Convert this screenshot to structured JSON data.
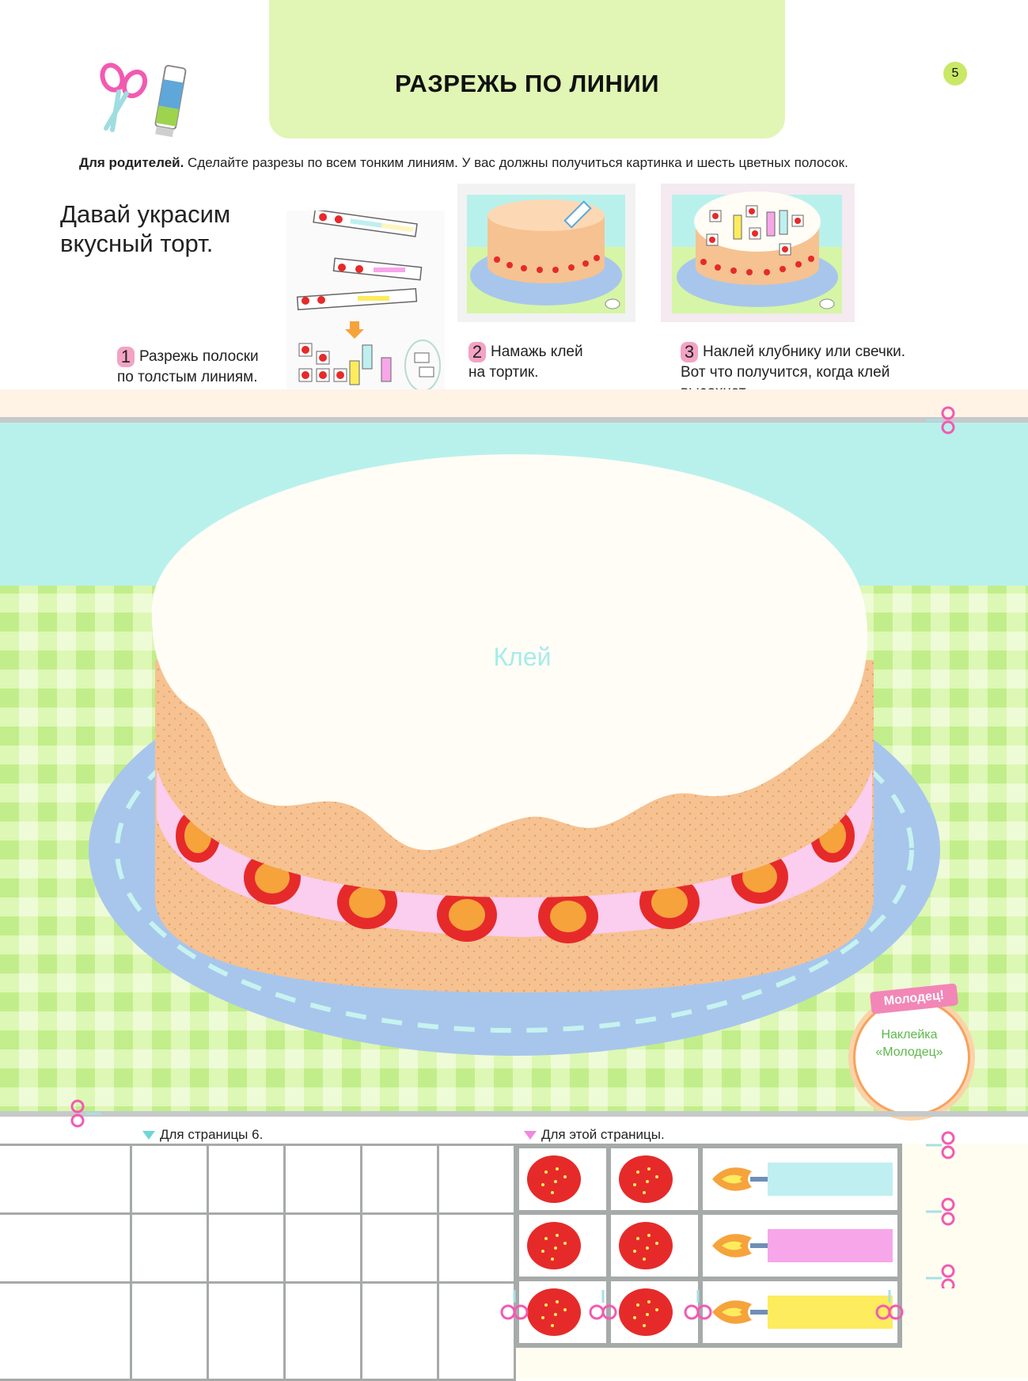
{
  "header": {
    "title": "РАЗРЕЖЬ ПО ЛИНИИ",
    "page_number": "5"
  },
  "parents_note": {
    "label": "Для родителей.",
    "text": " Сделайте разрезы по всем тонким линиям. У вас должны получиться картинка и шесть цветных полосок."
  },
  "intro": {
    "line1": "Давай украсим",
    "line2": "вкусный торт."
  },
  "steps": [
    {
      "num": "1",
      "line1": "Разрежь полоски",
      "line2": "по толстым линиям.",
      "line3": ""
    },
    {
      "num": "2",
      "line1": "Намажь клей",
      "line2": "на тортик.",
      "line3": ""
    },
    {
      "num": "3",
      "line1": "Наклей клубнику или свечки.",
      "line2": "Вот что получится, когда клей",
      "line3": "высохнет."
    }
  ],
  "picture": {
    "glue_label": "Клей"
  },
  "sticker": {
    "ribbon": "Молодец!",
    "line1": "Наклейка",
    "line2": "«Молодец»"
  },
  "strips": {
    "left_label": "Для страницы 6.",
    "right_label": "Для этой страницы."
  },
  "colors": {
    "title_bg": "#e1f5b5",
    "sky": "#b8f1ec",
    "tablecloth": "#d6f5a6",
    "plate": "#a8c6ec",
    "sponge": "#f6c291",
    "cream": "#fffdf5",
    "filling": "#fbcdef",
    "strawberry": "#e62a2a",
    "candle_blue": "#bfeff0",
    "candle_pink": "#f7a6ea",
    "candle_yellow": "#fdec5e",
    "accent_pink": "#f287b7"
  }
}
